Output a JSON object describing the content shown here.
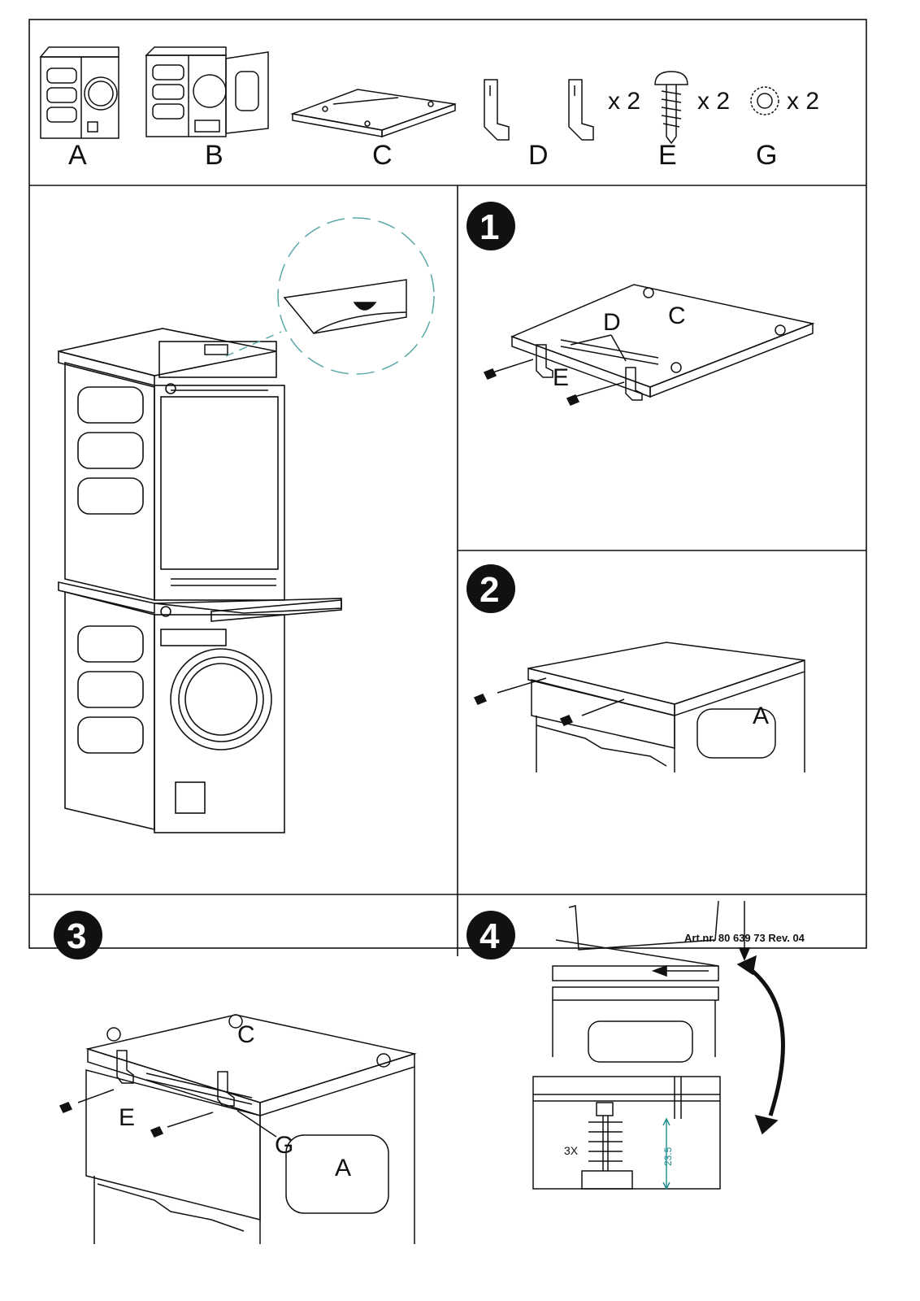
{
  "parts": {
    "A": "A",
    "B": "B",
    "C": "C",
    "D": "D",
    "E": "E",
    "G": "G",
    "qty_d": "x 2",
    "qty_e": "x 2",
    "qty_g": "x 2"
  },
  "steps": [
    {
      "number": "1",
      "labels": {
        "D": "D",
        "C": "C",
        "E": "E"
      }
    },
    {
      "number": "2",
      "labels": {
        "A": "A"
      }
    },
    {
      "number": "3",
      "labels": {
        "C": "C",
        "E": "E",
        "G": "G",
        "A": "A"
      }
    },
    {
      "number": "4",
      "labels": {
        "count": "3X",
        "dimension": "23.5"
      }
    }
  ],
  "footer": {
    "article": "Art.nr. 80 639 73   Rev. 04"
  },
  "colors": {
    "line": "#111111",
    "accent": "#1a8c8c",
    "dashed_circle": "#5aa8a8"
  }
}
